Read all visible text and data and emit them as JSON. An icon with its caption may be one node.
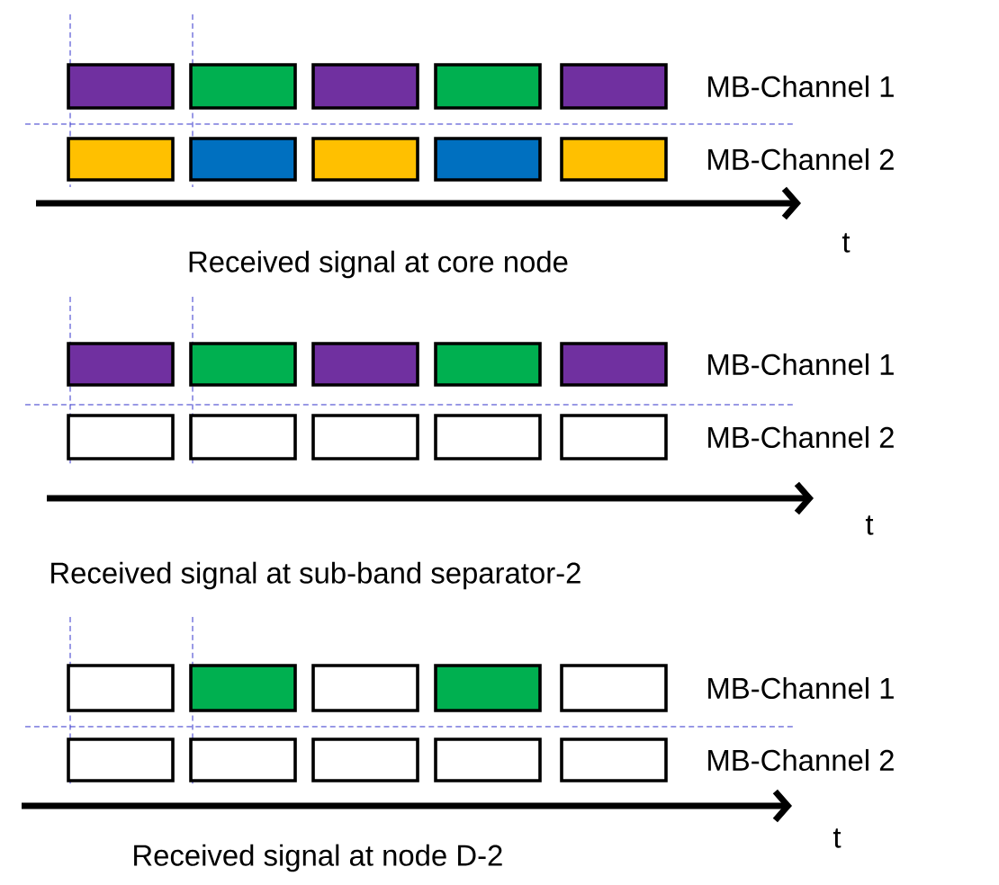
{
  "diagram": {
    "labels": [
      "MB-Channel 1",
      "MB-Channel 2",
      "t",
      "Received signal at core node",
      "MB-Channel 1",
      "MB-Channel 2",
      "t",
      "Received signal at sub-band separator-2",
      "MB-Channel 1",
      "MB-Channel 2",
      "t",
      "Received signal at node D-2"
    ]
  }
}
